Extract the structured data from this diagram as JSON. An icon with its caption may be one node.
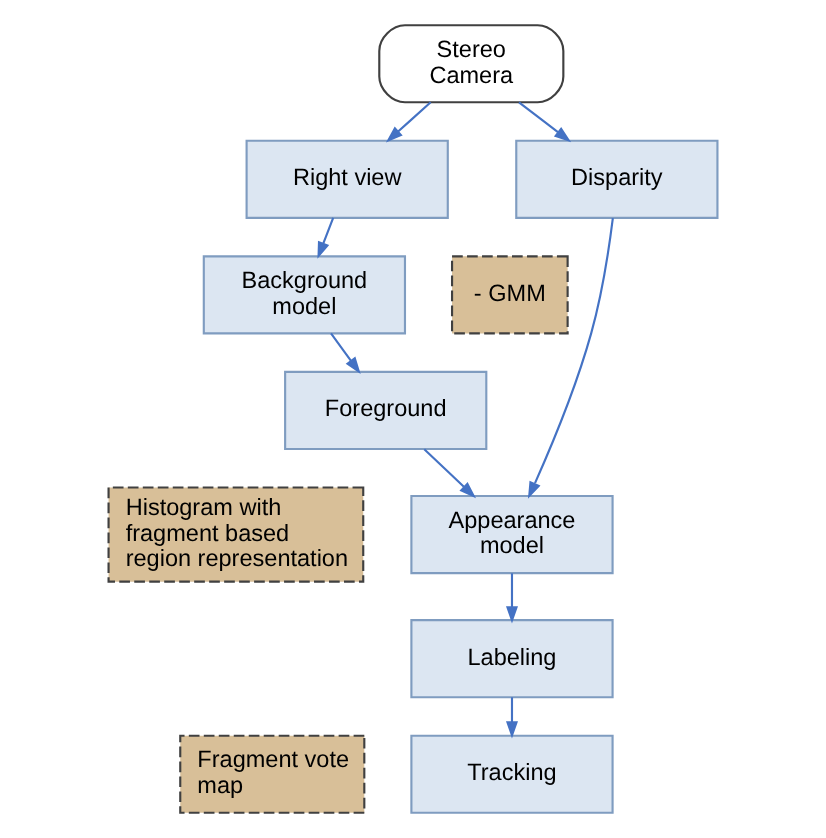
{
  "diagram": {
    "nodes": [
      {
        "text": [
          "Stereo Camera"
        ]
      },
      {
        "text": [
          "Right view"
        ]
      },
      {
        "text": [
          "Disparity"
        ]
      },
      {
        "text": [
          "- GMM"
        ]
      },
      {
        "text": [
          "Background model"
        ]
      },
      {
        "text": [
          "Foreground"
        ]
      },
      {
        "text": [
          "Histogram with fragment based region representation"
        ]
      },
      {
        "text": [
          "Appearance model"
        ]
      },
      {
        "text": [
          "Labeling"
        ]
      },
      {
        "text": [
          "Fragment vote map"
        ]
      },
      {
        "text": [
          "Tracking"
        ]
      }
    ],
    "edges": [
      {
        "from": 0,
        "to": 1,
        "arrow": "to"
      },
      {
        "from": 0,
        "to": 2,
        "arrow": "to"
      },
      {
        "from": 1,
        "to": 4,
        "arrow": "to"
      },
      {
        "from": 4,
        "to": 5,
        "arrow": "to"
      },
      {
        "from": 5,
        "to": 7,
        "arrow": "to"
      },
      {
        "from": 2,
        "to": 7,
        "arrow": "to"
      },
      {
        "from": 7,
        "to": 8,
        "arrow": "to"
      },
      {
        "from": 8,
        "to": 10,
        "arrow": "to"
      }
    ]
  }
}
